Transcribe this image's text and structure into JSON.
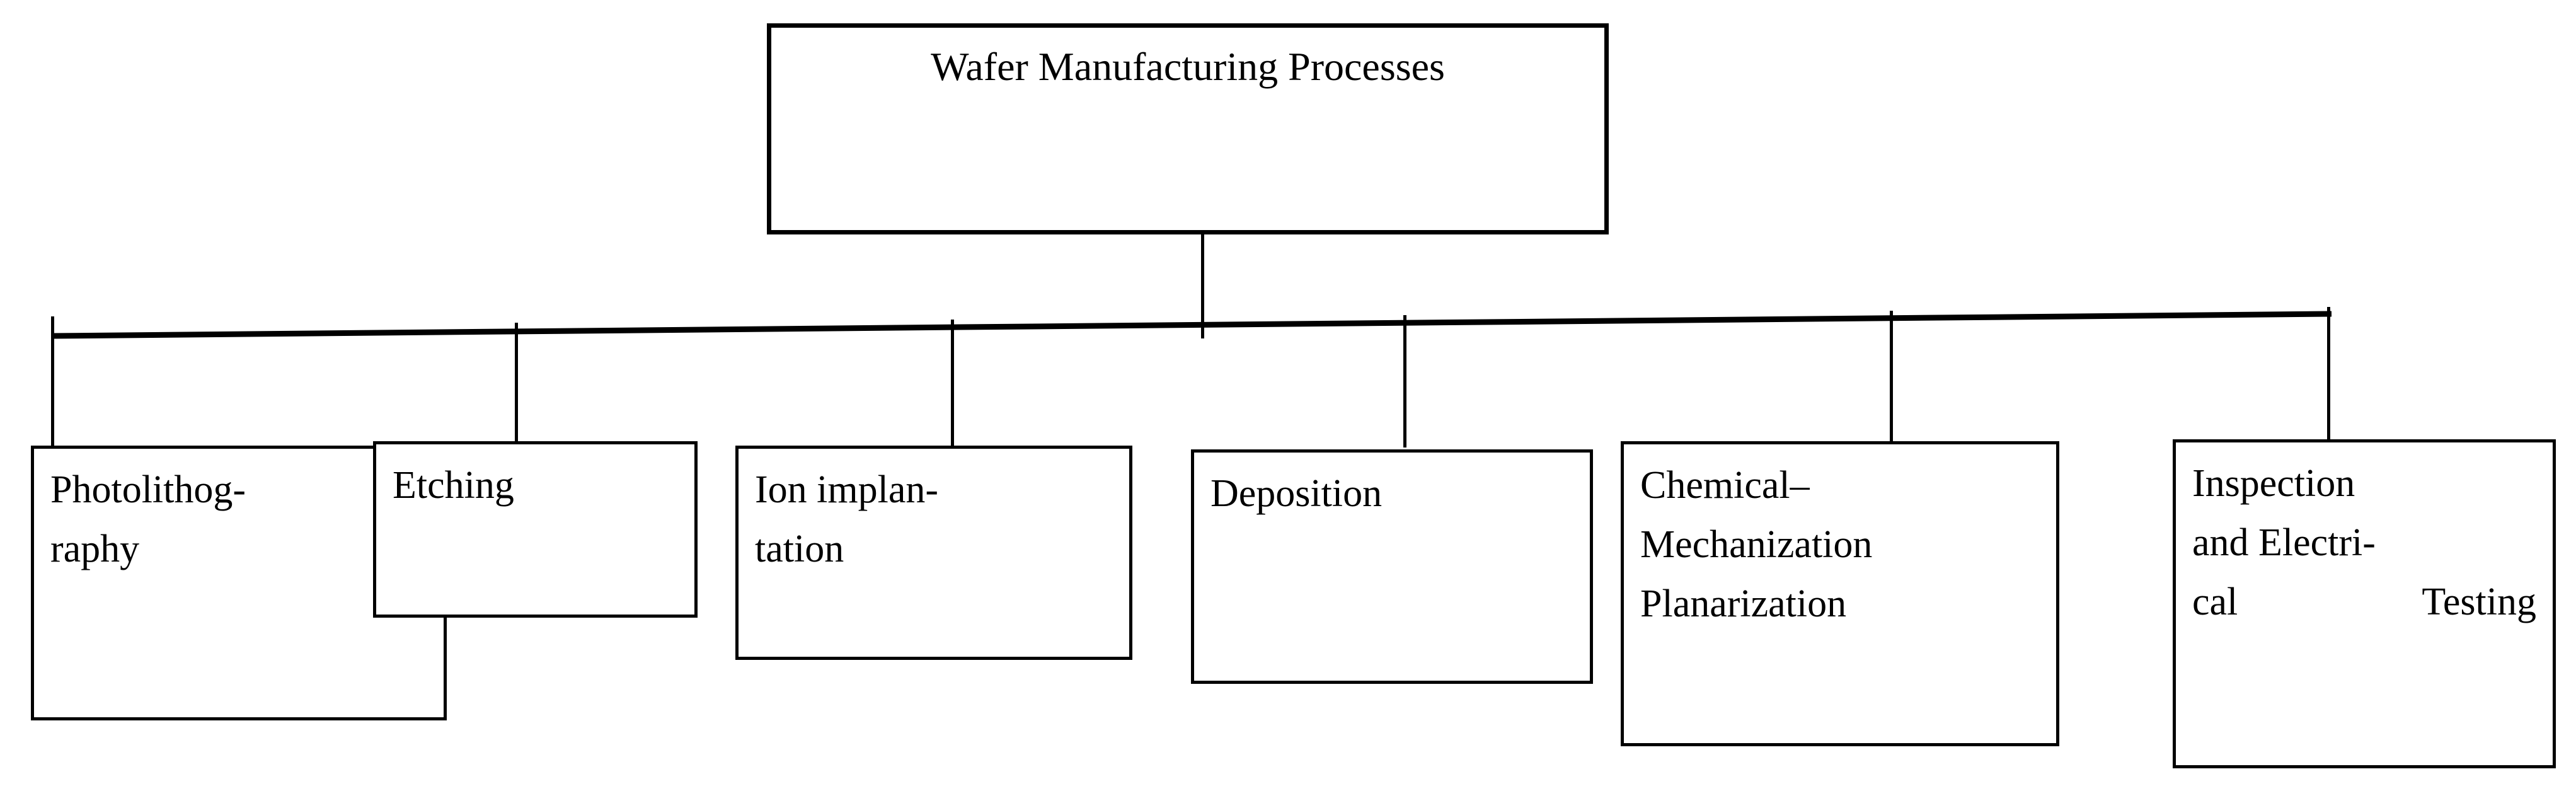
{
  "diagram": {
    "title": "Wafer Manufacturing Processes",
    "root": {
      "label": "Wafer Manufacturing Processes"
    },
    "nodes": [
      {
        "id": "photolithography",
        "label": "Photolithog-\nraphy"
      },
      {
        "id": "etching",
        "label": "Etching"
      },
      {
        "id": "ion-implantation",
        "label": "Ion    implan-\ntation"
      },
      {
        "id": "deposition",
        "label": "Deposition"
      },
      {
        "id": "cmp",
        "label": "Chemical–\nMechanization\nPlanarization"
      },
      {
        "id": "inspection",
        "label": "Inspection\nand   Electri-\ncal Testing"
      }
    ],
    "colors": {
      "stroke": "#000000",
      "background": "#ffffff",
      "text": "#000000"
    }
  }
}
